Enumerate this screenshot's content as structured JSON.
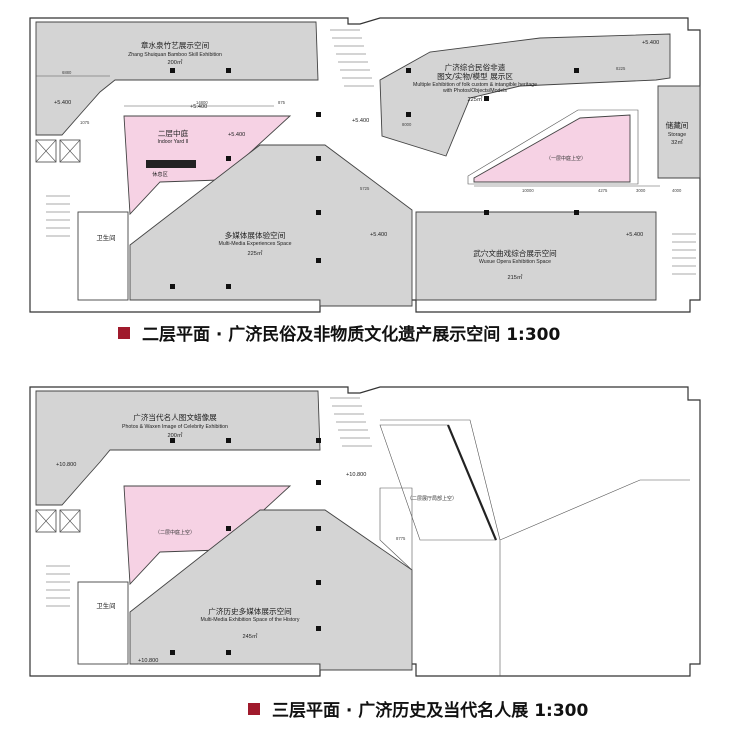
{
  "plan2": {
    "caption": "二层平面 · 广济民俗及非物质文化遗产展示空间 1:300",
    "rooms": {
      "bamboo": {
        "zh": "章水泉竹艺展示空间",
        "en": "Zhang Shuiquan Bamboo Skill Exhibition",
        "area": "200㎡"
      },
      "folk": {
        "zh": "广济综合民俗非遗",
        "zh2": "图文/实物/模型 展示区",
        "en": "Multiple Exhibition of folk custom & intangible heritage",
        "en2": "with Photos/Objects/Models",
        "area": "225㎡"
      },
      "courtyard": {
        "zh": "二层中庭",
        "en": "Indoor Yard II",
        "rest": "休息区"
      },
      "storage": {
        "zh": "储藏间",
        "en": "Storage",
        "area": "32㎡"
      },
      "multimedia": {
        "zh": "多媒体展体验空间",
        "en": "Multi-Media Experiences Space",
        "area": "225㎡"
      },
      "opera": {
        "zh": "武穴文曲戏综合展示空间",
        "en": "Wuxue Opera Exhibition Space",
        "area": "215㎡"
      },
      "restroom": {
        "zh": "卫生间"
      },
      "void": {
        "zh": "（一层中庭上空）"
      }
    },
    "levels": [
      "+5.400",
      "+5.400",
      "+5.400",
      "+5.400",
      "+5.400",
      "+5.400",
      "+5.400"
    ],
    "dims": [
      "6880",
      "14800",
      "875",
      "1075",
      "8225",
      "10000",
      "4275",
      "3000",
      "4000",
      "8000",
      "5725"
    ]
  },
  "plan3": {
    "caption": "三层平面 · 广济历史及当代名人展 1:300",
    "rooms": {
      "celebrity": {
        "zh": "广济当代名人图文蜡像展",
        "en": "Photos & Waxen Image of Celebrity Exhibition",
        "area": "200㎡"
      },
      "history": {
        "zh": "广济历史多媒体展示空间",
        "en": "Multi-Media Exhibition Space of the History",
        "area": "245㎡"
      },
      "void": {
        "zh": "（二层中庭上空）"
      },
      "void2": {
        "zh": "（二层展厅局部上空）"
      },
      "restroom": {
        "zh": "卫生间"
      }
    },
    "levels": [
      "+10.800",
      "+10.800",
      "+10.800"
    ],
    "dims": [
      "8775"
    ]
  },
  "colors": {
    "exhibit": "#d4d4d4",
    "courtyard": "#f6d2e4",
    "marker": "#a01a2c"
  }
}
